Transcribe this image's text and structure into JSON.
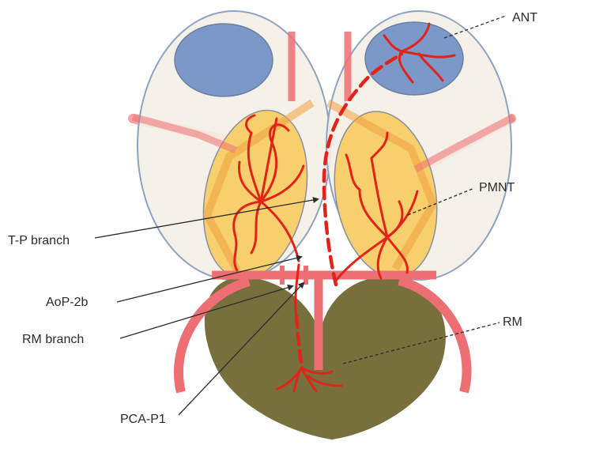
{
  "labels": {
    "ant": "ANT",
    "pmnt": "PMNT",
    "rm": "RM",
    "tp_branch": "T-P branch",
    "aop_2b": "AoP-2b",
    "rm_branch": "RM branch",
    "pca_p1": "PCA-P1"
  },
  "colors": {
    "capsule_fill": "#f4efe6",
    "capsule_stroke": "#8da3c2",
    "ant_fill": "#7b98c8",
    "pmnt_fill": "#f7cf6d",
    "rm_fill": "#77703d",
    "band": "#ee6f73",
    "band_light": "#f2a3a2",
    "vessel": "#e2231a"
  }
}
